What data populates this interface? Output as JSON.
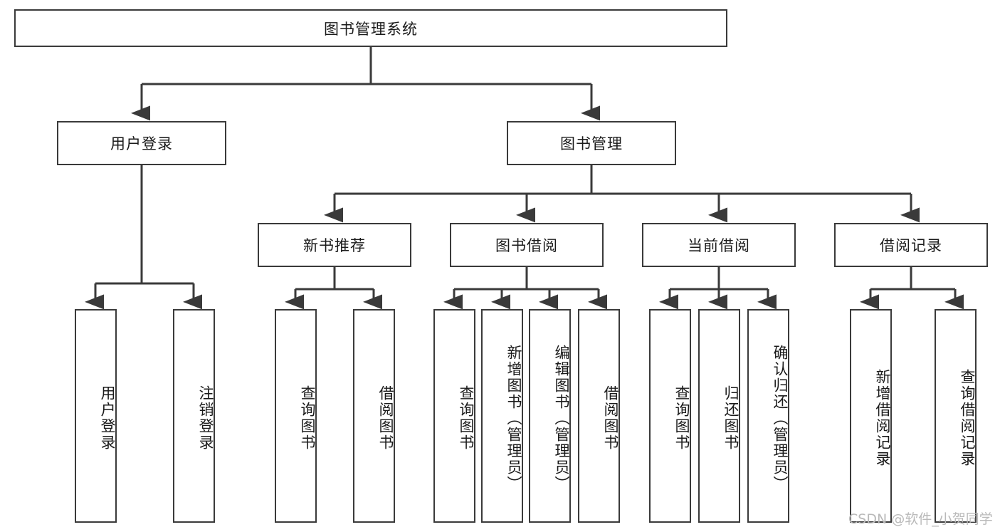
{
  "diagram": {
    "title": "图书管理系统",
    "type": "tree-hierarchy-diagram",
    "root": {
      "id": "root",
      "label": "图书管理系统"
    },
    "level2": [
      {
        "id": "user-login",
        "label": "用户登录"
      },
      {
        "id": "book-management",
        "label": "图书管理"
      }
    ],
    "level3": [
      {
        "id": "new-book-recommend",
        "label": "新书推荐"
      },
      {
        "id": "book-borrow",
        "label": "图书借阅"
      },
      {
        "id": "current-borrow",
        "label": "当前借阅"
      },
      {
        "id": "borrow-record",
        "label": "借阅记录"
      }
    ],
    "leaves": {
      "user_login": [
        {
          "id": "leaf-user-login",
          "label": "用户登录"
        },
        {
          "id": "leaf-logout",
          "label": "注销登录"
        }
      ],
      "new_book_recommend": [
        {
          "id": "leaf-query-book-1",
          "label": "查询图书"
        },
        {
          "id": "leaf-borrow-book-1",
          "label": "借阅图书"
        }
      ],
      "book_borrow": [
        {
          "id": "leaf-query-book-2",
          "label": "查询图书"
        },
        {
          "id": "leaf-add-book",
          "label": "新增图书（管理员）"
        },
        {
          "id": "leaf-edit-book",
          "label": "编辑图书（管理员）"
        },
        {
          "id": "leaf-borrow-book-2",
          "label": "借阅图书"
        }
      ],
      "current_borrow": [
        {
          "id": "leaf-query-book-3",
          "label": "查询图书"
        },
        {
          "id": "leaf-return-book",
          "label": "归还图书"
        },
        {
          "id": "leaf-confirm-return",
          "label": "确认归还（管理员）"
        }
      ],
      "borrow_record": [
        {
          "id": "leaf-add-record",
          "label": "新增借阅记录"
        },
        {
          "id": "leaf-query-record",
          "label": "查询借阅记录"
        }
      ]
    }
  },
  "watermark": {
    "text": "CSDN @软件_小贺同学"
  },
  "colors": {
    "border": "#3a3a3a",
    "background": "#ffffff",
    "text": "#1a1a1a",
    "watermark": "#b9b9b9"
  }
}
